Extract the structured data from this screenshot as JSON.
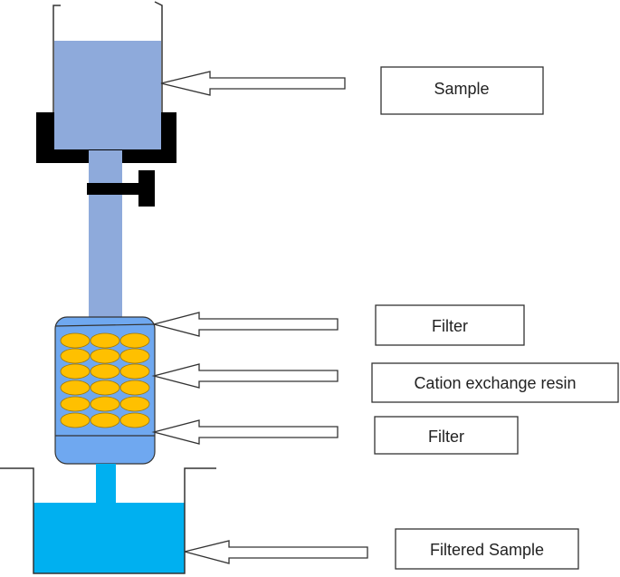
{
  "labels": {
    "sample": "Sample",
    "filter_top": "Filter",
    "resin": "Cation exchange resin",
    "filter_bottom": "Filter",
    "filtered_sample": "Filtered Sample"
  },
  "colors": {
    "sample_liquid": "#8eaadb",
    "column_tube": "#8eaadb",
    "column_body": "#6fa8f0",
    "resin_beads": "#ffc000",
    "bead_outline": "#a07800",
    "collector_liquid": "#00b0f0",
    "clamp": "#000000",
    "outline": "#333333"
  },
  "icons": {
    "arrows": "hollow-left-arrow",
    "clamp": "column-clamp",
    "stopcock": "stopcock-valve"
  }
}
